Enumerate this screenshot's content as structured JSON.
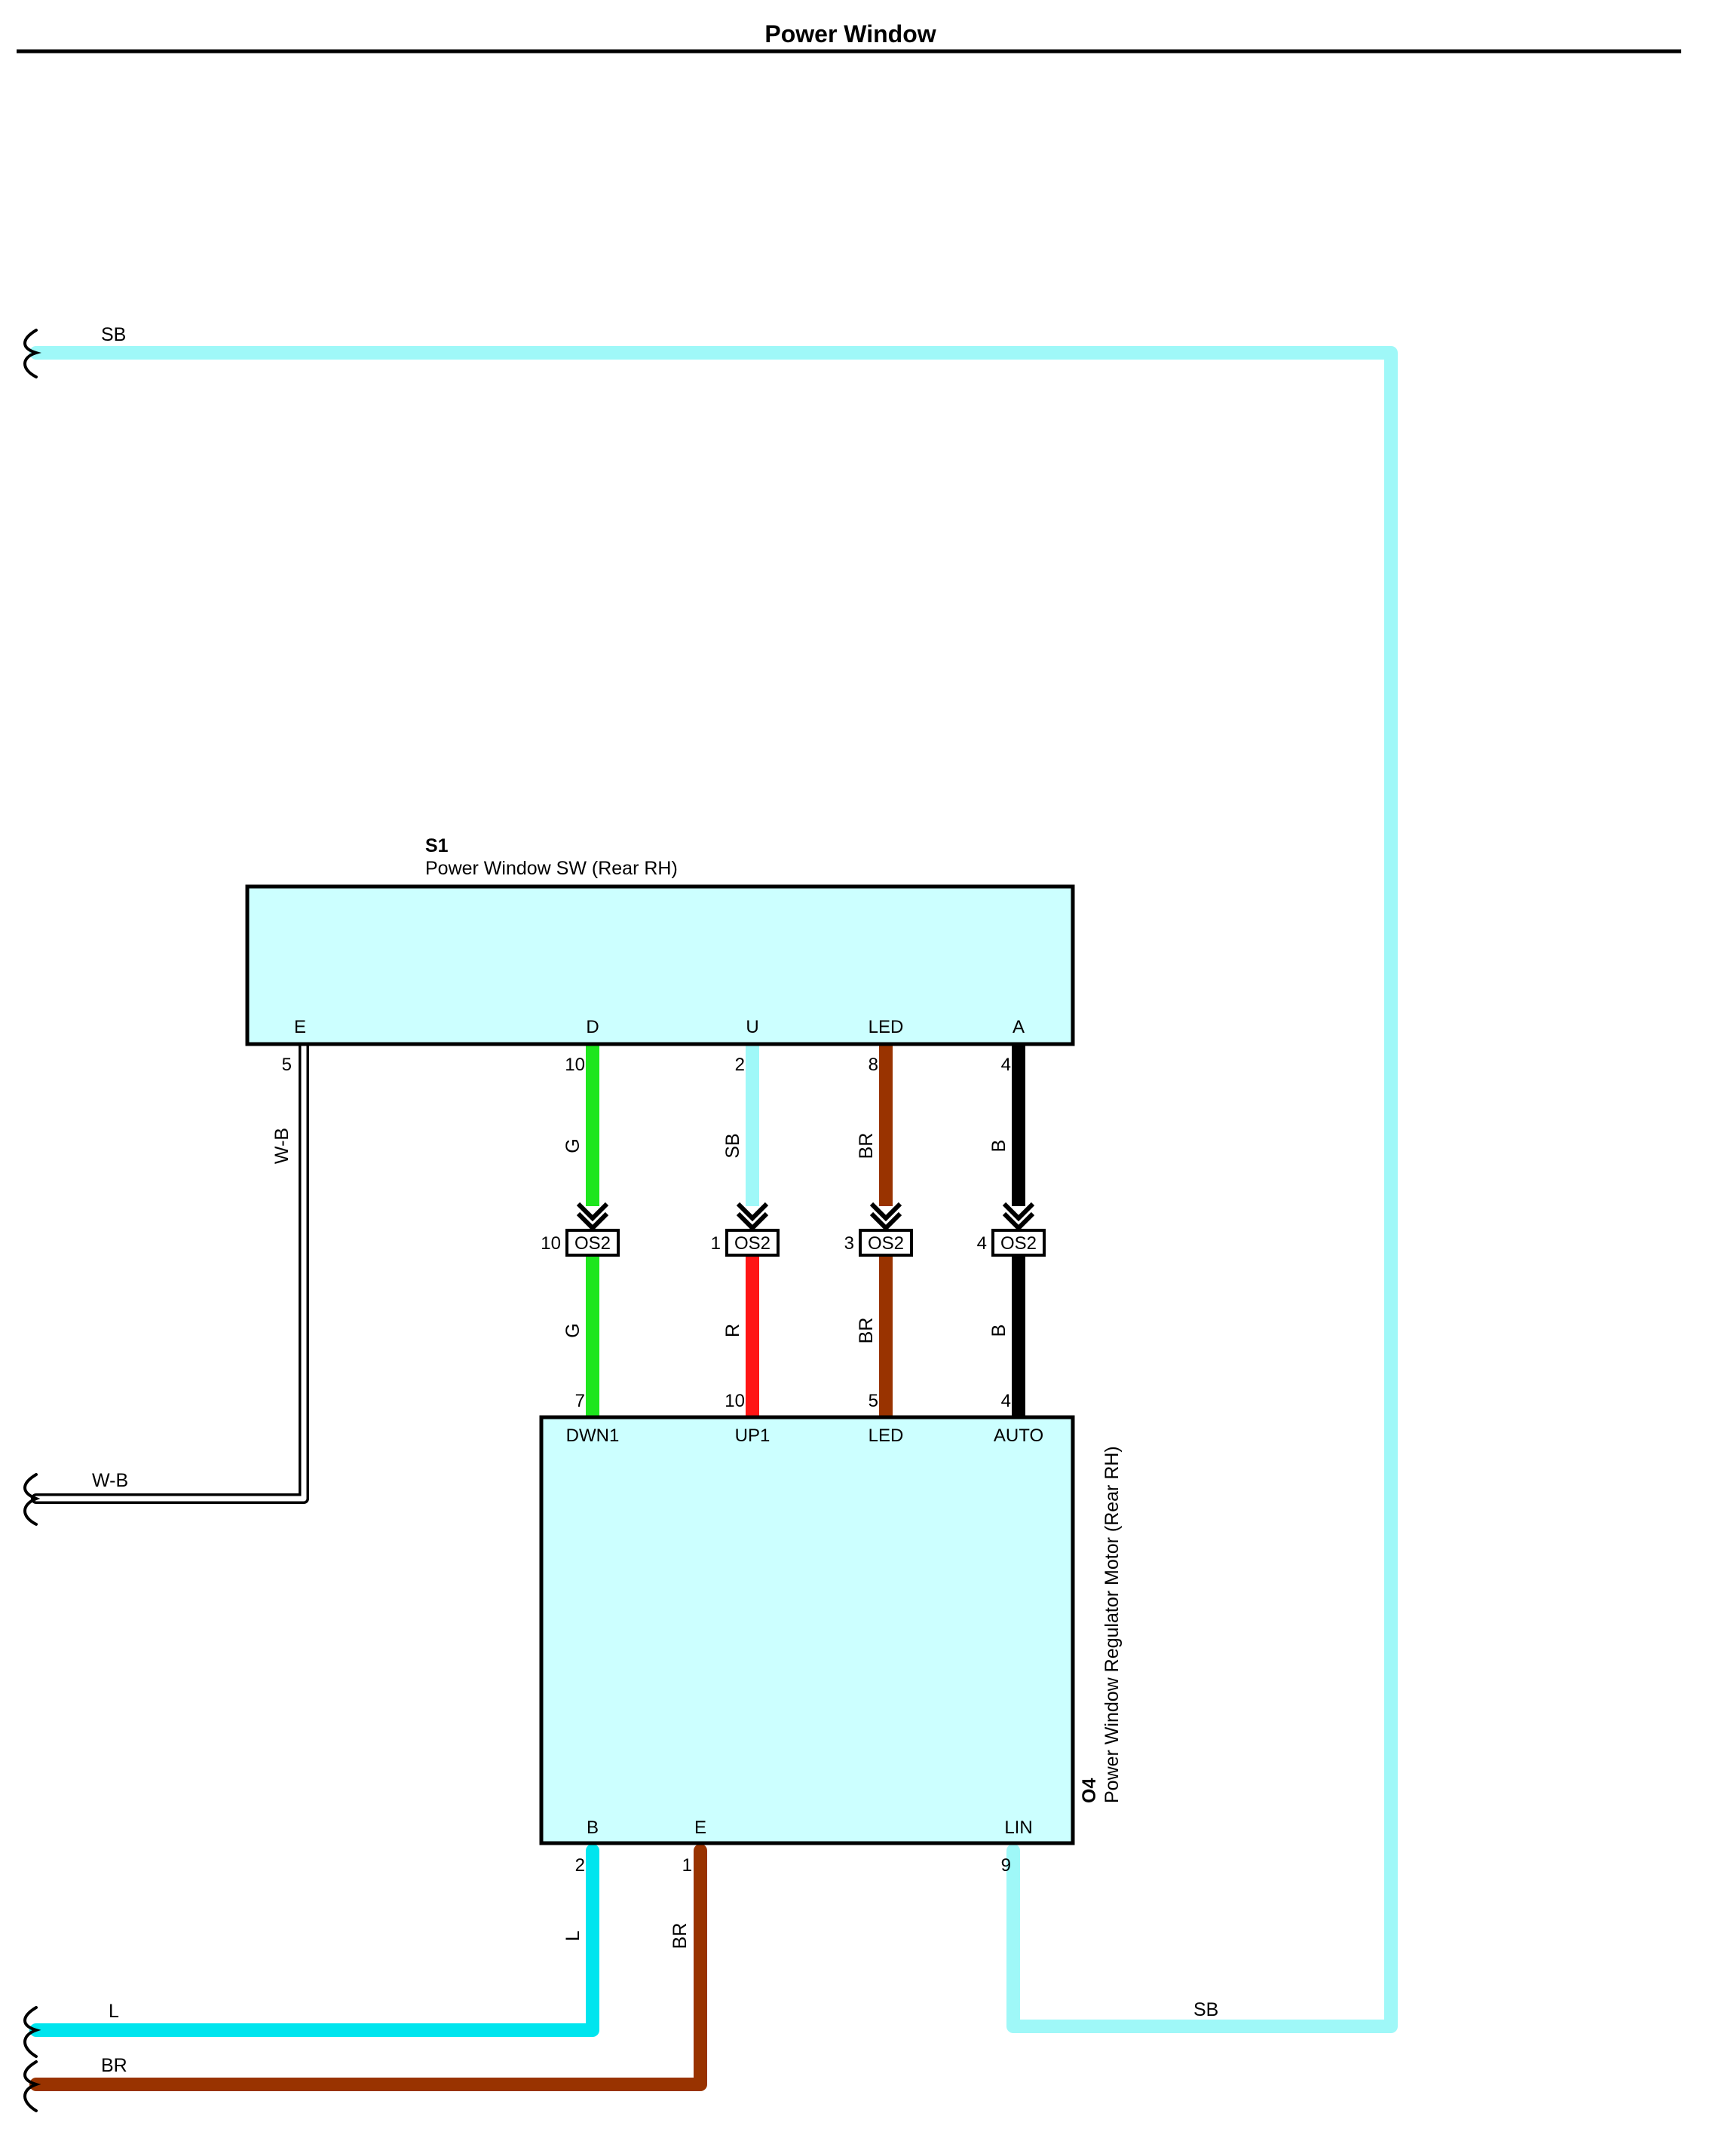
{
  "page_title": "Power Window",
  "colors": {
    "SB": "#9ff8f8",
    "L": "#00e5ee",
    "G": "#1ee61e",
    "R": "#ff1515",
    "BR": "#993300",
    "B": "#000000",
    "W-B": "#000000",
    "component_fill": "#ccffff"
  },
  "components": {
    "s1": {
      "code": "S1",
      "name": "Power Window SW (Rear RH)",
      "terminals": [
        {
          "name": "E",
          "pin": "5"
        },
        {
          "name": "D",
          "pin": "10"
        },
        {
          "name": "U",
          "pin": "2"
        },
        {
          "name": "LED",
          "pin": "8"
        },
        {
          "name": "A",
          "pin": "4"
        }
      ]
    },
    "o4": {
      "code": "O4",
      "name": "Power Window Regulator Motor (Rear RH)",
      "top_terminals": [
        {
          "name": "DWN1",
          "pin": "7"
        },
        {
          "name": "UP1",
          "pin": "10"
        },
        {
          "name": "LED",
          "pin": "5"
        },
        {
          "name": "AUTO",
          "pin": "4"
        }
      ],
      "bottom_terminals": [
        {
          "name": "B",
          "pin": "2"
        },
        {
          "name": "E",
          "pin": "1"
        },
        {
          "name": "LIN",
          "pin": "9"
        }
      ]
    }
  },
  "connectors": [
    {
      "name": "OS2",
      "pin": "10",
      "wire_upper": "G",
      "wire_lower": "G"
    },
    {
      "name": "OS2",
      "pin": "1",
      "wire_upper": "SB",
      "wire_lower": "R"
    },
    {
      "name": "OS2",
      "pin": "3",
      "wire_upper": "BR",
      "wire_lower": "BR"
    },
    {
      "name": "OS2",
      "pin": "4",
      "wire_upper": "B",
      "wire_lower": "B"
    }
  ],
  "wires": {
    "top_sb": "SB",
    "wb": "W-B",
    "b_to_left": "L",
    "e_to_left": "BR",
    "lin_return": "SB"
  }
}
